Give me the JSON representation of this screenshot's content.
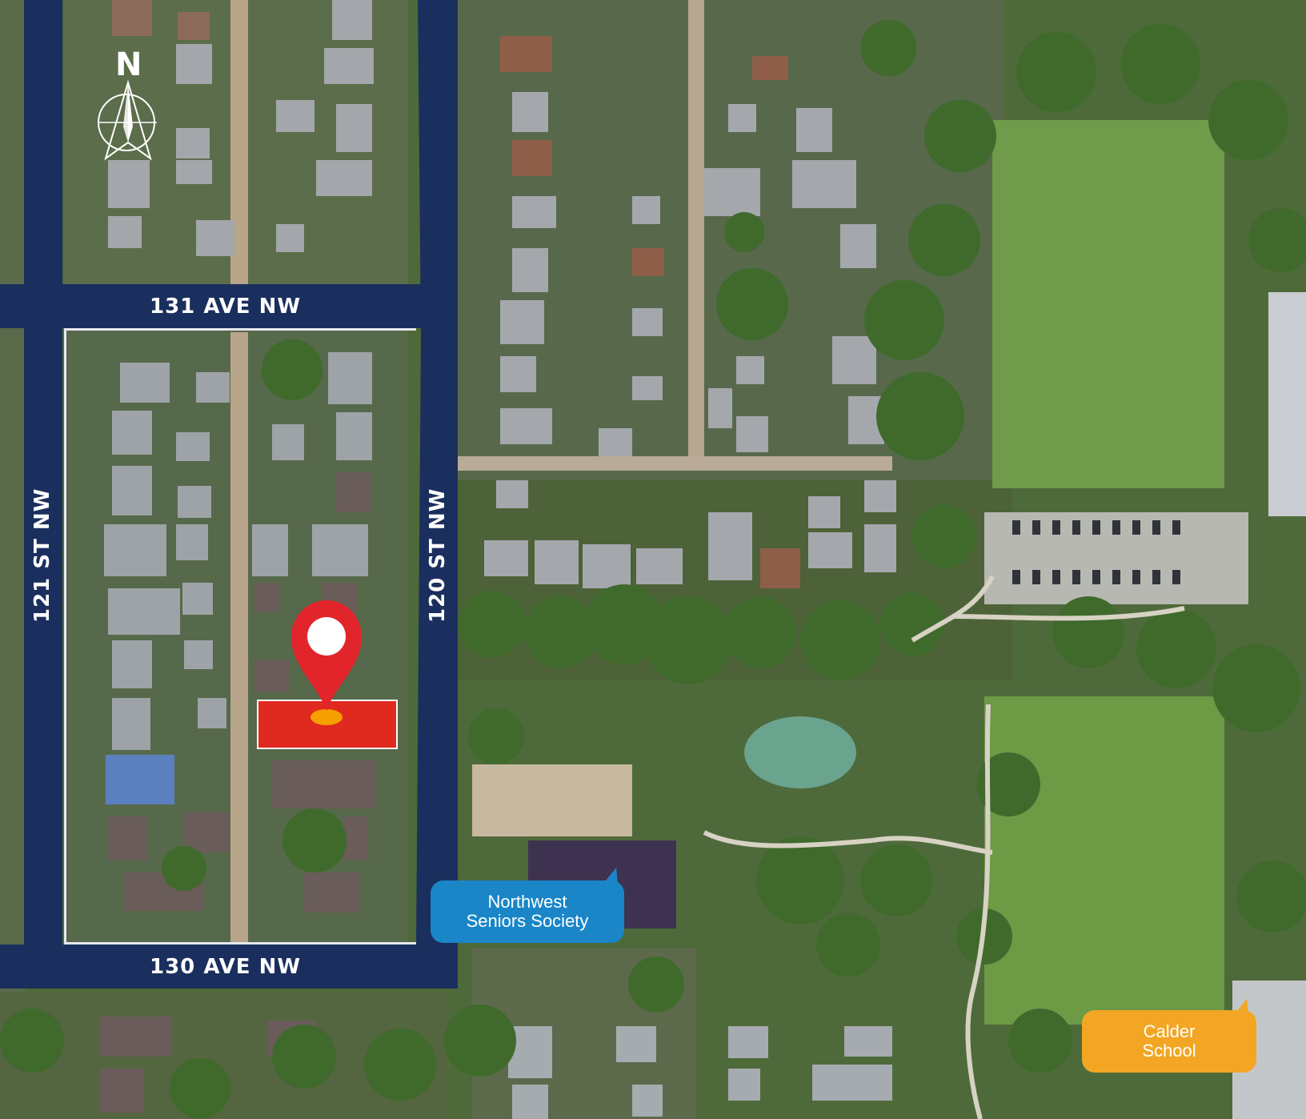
{
  "streets": {
    "ave_131": "131 AVE NW",
    "ave_130": "130 AVE NW",
    "st_121": "121 ST NW",
    "st_120": "120 ST NW"
  },
  "compass": {
    "north_label": "N"
  },
  "pois": [
    {
      "name_line1": "Northwest",
      "name_line2": "Seniors Society",
      "color": "#1a86c8"
    },
    {
      "name_line1": "Calder",
      "name_line2": "School",
      "color": "#f2a623"
    }
  ],
  "marker": {
    "icon": "location-pin-icon",
    "color": "#e1252b"
  },
  "colors": {
    "road": "#1b2f5e",
    "highlight_lot": "#e0291f",
    "pin_base": "#f5a000"
  }
}
